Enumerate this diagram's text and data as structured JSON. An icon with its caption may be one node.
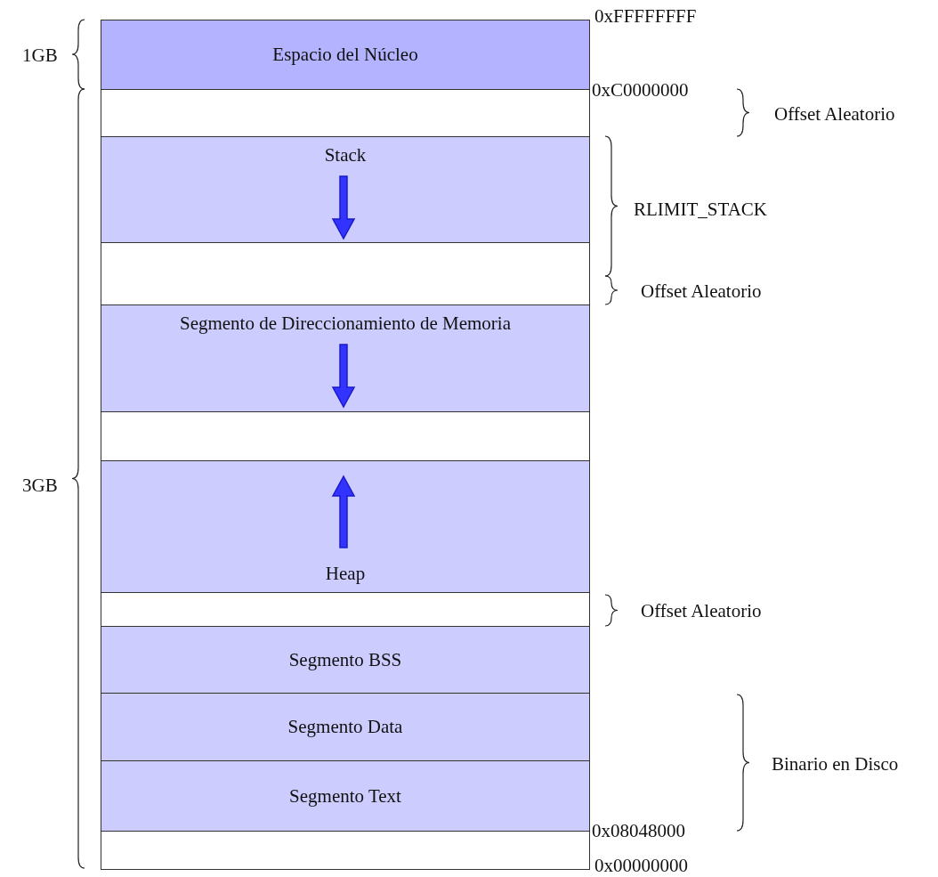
{
  "diagram": {
    "nodes": [
      {
        "text": [
          "Espacio del Núcleo"
        ]
      },
      {
        "text": [],
        "shape": "box"
      },
      {
        "text": [
          "Stack"
        ]
      },
      {
        "text": [],
        "shape": "box"
      },
      {
        "text": [
          "Segmento de Direccionamiento de Memoria"
        ]
      },
      {
        "text": [],
        "shape": "box"
      },
      {
        "text": [
          "Heap"
        ]
      },
      {
        "text": [],
        "shape": "box"
      },
      {
        "text": [
          "Segmento BSS"
        ]
      },
      {
        "text": [
          "Segmento Data"
        ]
      },
      {
        "text": [
          "Segmento Text"
        ]
      },
      {
        "text": [],
        "shape": "box"
      }
    ],
    "edges": [],
    "labels": [
      "0xFFFFFFFF",
      "1GB",
      "0xC0000000",
      "Offset Aleatorio",
      "RLIMIT_STACK",
      "Offset Aleatorio",
      "3GB",
      "Offset Aleatorio",
      "Binario en Disco",
      "0x08048000",
      "0x00000000"
    ]
  }
}
